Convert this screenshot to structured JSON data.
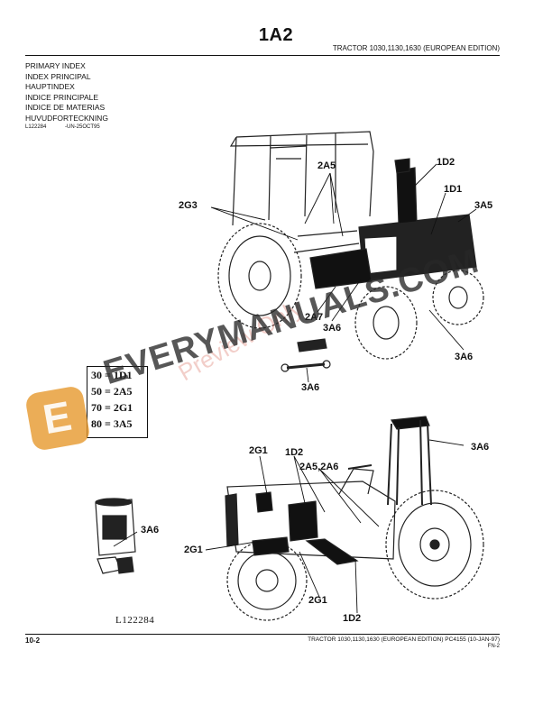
{
  "page": {
    "title": "1A2",
    "header_right": "TRACTOR 1030,1130,1630 (EUROPEAN EDITION)"
  },
  "index": {
    "lines": [
      "PRIMARY INDEX",
      "INDEX PRINCIPAL",
      "HAUPTINDEX",
      "INDICE PRINCIPALE",
      "INDICE DE MATERIAS",
      "HUVUDFORTECKNING"
    ],
    "ref_code": "L122284",
    "ref_date": "-UN-25OCT95"
  },
  "legend": [
    {
      "text": "30 = 1D1"
    },
    {
      "text": "50 = 2A5"
    },
    {
      "text": "70 = 2G1"
    },
    {
      "text": "80 = 3A5"
    }
  ],
  "callouts": {
    "a": "2A5",
    "b": "1D2",
    "c": "1D1",
    "d": "3A5",
    "e": "2G3",
    "f": "2A7",
    "g": "3A6",
    "h": "3A6",
    "i": "3A6",
    "j": "3A6",
    "k": "2G1",
    "l": "1D2",
    "m": "2A5,2A6",
    "n": "2G1",
    "o": "2G1",
    "p": "1D2"
  },
  "figure": {
    "film_code": "L122284"
  },
  "footer": {
    "page_number": "10-2",
    "right": "TRACTOR 1030,1130,1630 (EUROPEAN EDITION)    PC4155    (10-JAN-97)",
    "fn": "FN-2"
  },
  "watermark": {
    "text": "EVERYMANUALS.COM",
    "preview": "Preview Only",
    "logo_letter": "E"
  }
}
